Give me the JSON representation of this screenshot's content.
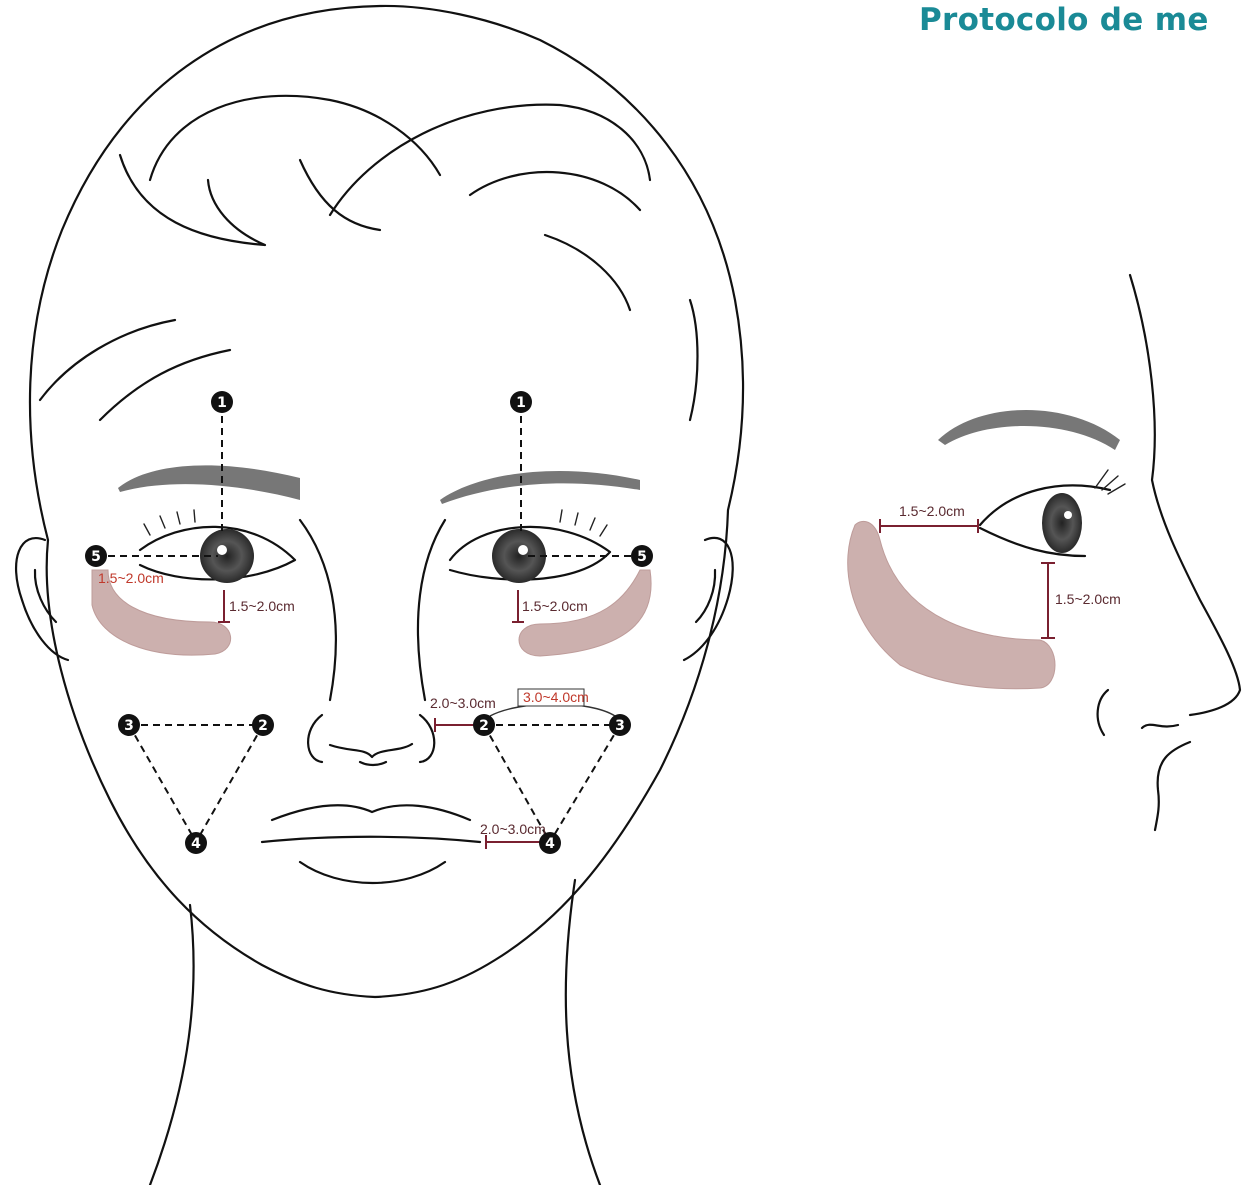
{
  "title": "Protocolo de me",
  "colors": {
    "title": "#1a8a96",
    "treatment_zone": "#c8aaa8",
    "measure_line": "#7a2030",
    "highlight_label": "#c0392b"
  },
  "points": {
    "p1": "1",
    "p2": "2",
    "p3": "3",
    "p4": "4",
    "p5": "5"
  },
  "measurements": {
    "left_eye_side": "1.5~2.0cm",
    "left_eye_below": "1.5~2.0cm",
    "right_eye_below": "1.5~2.0cm",
    "nose_to_p2": "2.0~3.0cm",
    "p2_to_p3": "3.0~4.0cm",
    "lip_to_p4": "2.0~3.0cm",
    "profile_horizontal": "1.5~2.0cm",
    "profile_vertical": "1.5~2.0cm"
  }
}
